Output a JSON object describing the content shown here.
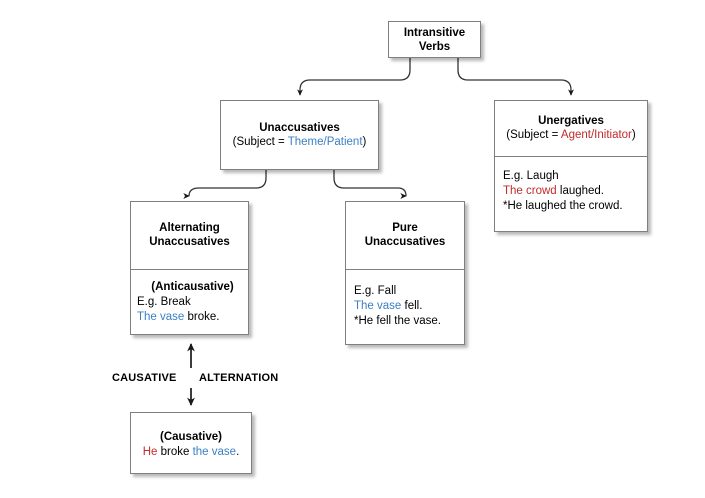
{
  "diagram": {
    "title": "Intransitive Verbs classification tree",
    "colors": {
      "theme_patient": "#3b7fc4",
      "agent_initiator": "#c12b2b",
      "box_border": "#7f7f7f",
      "background": "#ffffff",
      "text": "#000000"
    },
    "nodes": {
      "intransitive": {
        "head_line1": "Intransitive",
        "head_line2": "Verbs"
      },
      "unaccusatives": {
        "head": "Unaccusatives",
        "subject_prefix": "(Subject = ",
        "subject_role": "Theme/Patient",
        "subject_suffix": ")"
      },
      "unergatives": {
        "head": "Unergatives",
        "subject_prefix": "(Subject = ",
        "subject_role": "Agent/Initiator",
        "subject_suffix": ")",
        "example_label": "E.g. Laugh",
        "example_good_subject": "The crowd",
        "example_good_rest": " laughed.",
        "example_bad": "*He laughed the crowd."
      },
      "alternating": {
        "head_line1": "Alternating",
        "head_line2": "Unaccusatives",
        "body_title": "(Anticausative)",
        "example_label": "E.g. Break",
        "example_subject": "The vase",
        "example_rest": " broke."
      },
      "pure": {
        "head_line1": "Pure",
        "head_line2": "Unaccusatives",
        "example_label": "E.g. Fall",
        "example_subject": "The vase",
        "example_rest": " fell.",
        "example_bad": "*He fell the vase."
      },
      "causative": {
        "body_title": "(Causative)",
        "example_subject": "He",
        "example_verb": " broke ",
        "example_object": "the vase",
        "example_end": "."
      }
    },
    "alternation": {
      "left_label": "CAUSATIVE",
      "right_label": "ALTERNATION"
    }
  }
}
